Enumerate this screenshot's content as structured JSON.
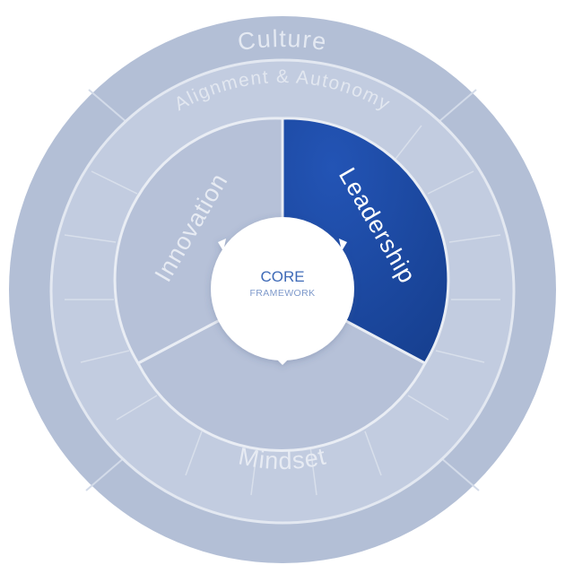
{
  "outer_ring": {
    "label": "Culture"
  },
  "middle_ring": {
    "label": "Alignment & Autonomy"
  },
  "segments": [
    {
      "label": "Leadership",
      "active": true
    },
    {
      "label": "Mindset",
      "active": false
    },
    {
      "label": "Innovation",
      "active": false
    }
  ],
  "core": {
    "title": "CORE",
    "subtitle": "FRAMEWORK"
  },
  "colors": {
    "outer_ring": "#b3bfd6",
    "middle_ring": "#c2cce0",
    "segment": "#b6c1d8",
    "active_segment": "#1f4fa8",
    "core": "#ffffff"
  }
}
